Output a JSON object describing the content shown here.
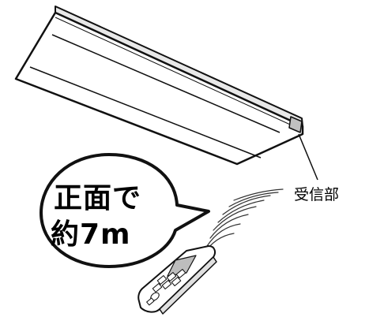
{
  "receiver_label": "受信部",
  "speech_bubble": {
    "line1": "正面で",
    "line2": "約7m"
  },
  "colors": {
    "outline": "#111111",
    "fixture_face": "#ffffff",
    "fixture_side": "#e8e8e8",
    "sensor": "#c0c0c0",
    "bubble_fill": "#ffffff",
    "remote_body": "#ffffff",
    "remote_screen": "#bdbdbd"
  },
  "icons": [
    "ceiling-light-fixture",
    "ir-receiver-sensor",
    "remote-control",
    "signal-waves",
    "speech-bubble"
  ]
}
